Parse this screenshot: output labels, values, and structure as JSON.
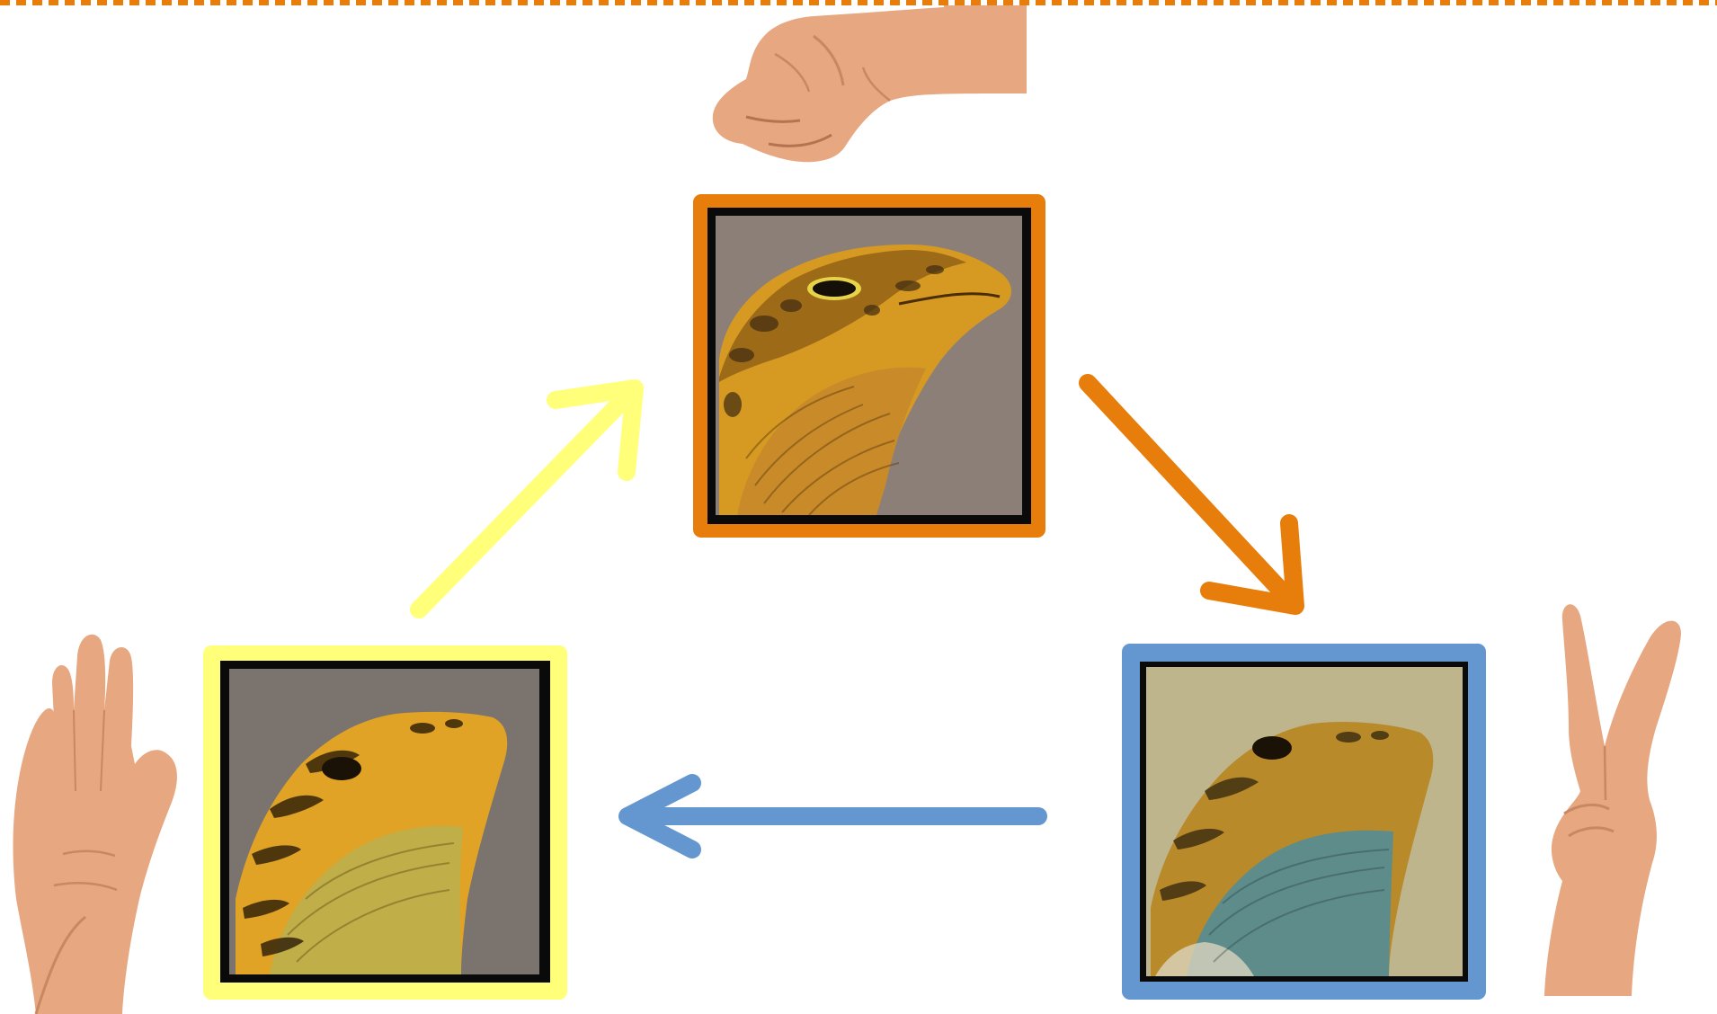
{
  "colors": {
    "orange": "#E77E0B",
    "yellow": "#FFFF7A",
    "blue": "#6497CF",
    "frame_inner": "#0A0A0A",
    "skin": "#E6A781",
    "skin_shadow": "#C98762",
    "background": "#FFFFFF"
  },
  "panels": [
    {
      "id": "top",
      "frame_color": "orange",
      "hand": "fist",
      "hand_icon": "rock-fist-icon",
      "lizard_palette": {
        "background": "#8C7F78",
        "head": "#D69A22",
        "dark": "#3E2A10",
        "throat": "#C98A2A"
      }
    },
    {
      "id": "left",
      "frame_color": "yellow",
      "hand": "open-palm",
      "hand_icon": "paper-open-hand-icon",
      "lizard_palette": {
        "background": "#7B736E",
        "head": "#E0A326",
        "dark": "#2B1D08",
        "throat": "#C0AE48"
      }
    },
    {
      "id": "right",
      "frame_color": "blue",
      "hand": "v-sign",
      "hand_icon": "scissors-v-sign-icon",
      "lizard_palette": {
        "background": "#BEB58D",
        "head": "#B88A2A",
        "dark": "#30240E",
        "throat": "#5E8C8A"
      }
    }
  ],
  "arrows": [
    {
      "from": "left",
      "to": "top",
      "color": "yellow",
      "icon": "arrow-up-right-icon"
    },
    {
      "from": "top",
      "to": "right",
      "color": "orange",
      "icon": "arrow-down-right-icon"
    },
    {
      "from": "right",
      "to": "left",
      "color": "blue",
      "icon": "arrow-left-icon"
    }
  ]
}
